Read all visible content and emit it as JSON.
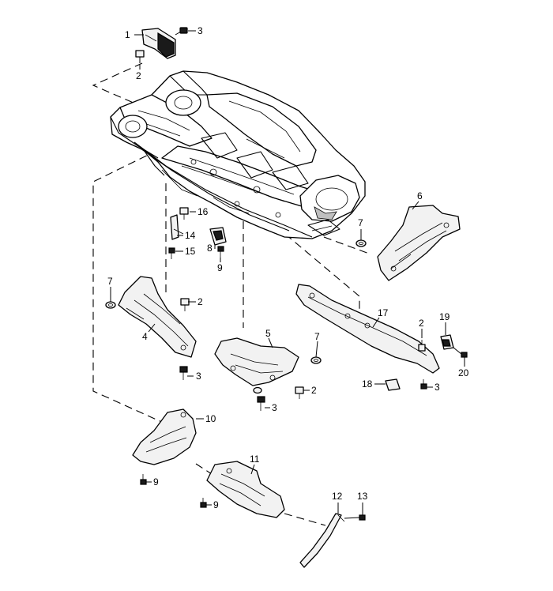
{
  "callouts": {
    "c1": "1",
    "c2a": "2",
    "c3a": "3",
    "c6": "6",
    "c7a": "7",
    "c16": "16",
    "c14": "14",
    "c15": "15",
    "c8": "8",
    "c9a": "9",
    "c7b": "7",
    "c2b": "2",
    "c4": "4",
    "c3b": "3",
    "c5": "5",
    "c7c": "7",
    "c2c": "2",
    "c3c": "3",
    "c17": "17",
    "c2d": "2",
    "c19": "19",
    "c20": "20",
    "c18": "18",
    "c3d": "3",
    "c10": "10",
    "c9b": "9",
    "c11": "11",
    "c9c": "9",
    "c12": "12",
    "c13": "13"
  }
}
